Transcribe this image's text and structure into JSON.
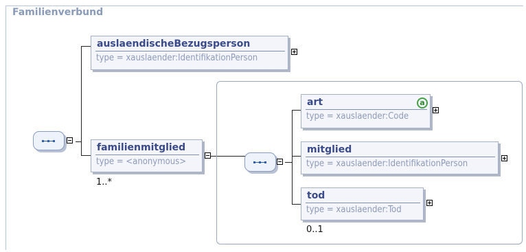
{
  "diagram": {
    "title": "Familienverbund",
    "elements": {
      "auslaendische": {
        "name": "auslaendischeBezugsperson",
        "type": "type = xauslaender:IdentifikationPerson"
      },
      "familienmitglied": {
        "name": "familienmitglied",
        "type": "type = <anonymous>",
        "cardinality": "1..*"
      },
      "art": {
        "name": "art",
        "type": "type = xauslaender:Code",
        "attribute_badge": "a"
      },
      "mitglied": {
        "name": "mitglied",
        "type": "type = xauslaender:IdentifikationPerson"
      },
      "tod": {
        "name": "tod",
        "type": "type = xauslaender:Tod",
        "cardinality": "0..1"
      }
    },
    "colors": {
      "element_name": "#3a4a8a",
      "type_text": "#8e9ab8",
      "title": "#8a9bb8",
      "sequence_dots": "#2f5fae",
      "attribute_badge": "#46a046"
    },
    "icons": [
      "sequence-compositor-icon",
      "expand-icon",
      "collapse-icon",
      "attribute-icon"
    ]
  }
}
